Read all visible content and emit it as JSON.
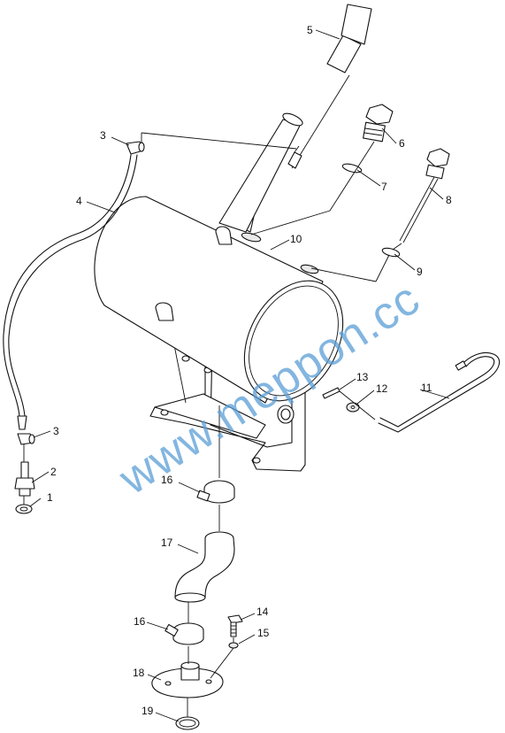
{
  "callouts": {
    "c1": "1",
    "c2": "2",
    "c3a": "3",
    "c3b": "3",
    "c4": "4",
    "c5": "5",
    "c6": "6",
    "c7": "7",
    "c8": "8",
    "c9": "9",
    "c10": "10",
    "c11": "11",
    "c12": "12",
    "c13": "13",
    "c14": "14",
    "c15": "15",
    "c16a": "16",
    "c16b": "16",
    "c17": "17",
    "c18": "18",
    "c19": "19"
  },
  "watermark": "www.meppon.cc",
  "colors": {
    "line": "#111111",
    "watermark": "#5a9ed6",
    "background": "#ffffff"
  }
}
